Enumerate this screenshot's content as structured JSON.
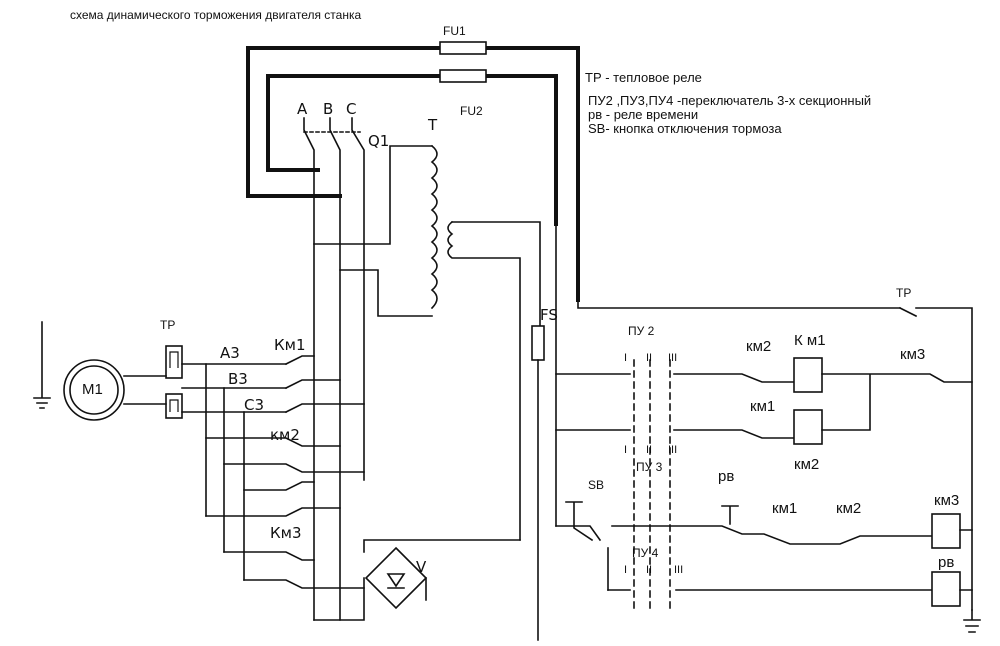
{
  "header": {
    "title": "схема динамического торможения двигателя станка"
  },
  "legend": {
    "tp": "ТР - тепловое реле",
    "pu": "ПУ2 ,ПУ3,ПУ4 -переключатель 3-х секционный",
    "rv": "рв - реле времени",
    "sb": "SB- кнопка отключения  тормоза"
  },
  "labels": {
    "fu1": "FU1",
    "fu2": "FU2",
    "phase_a": "A",
    "phase_b": "B",
    "phase_c": "C",
    "q1": "Q1",
    "transformer": "T",
    "fs": "FS",
    "motor": "M1",
    "tp_left": "TP",
    "tp_right": "TP",
    "a3": "A3",
    "b3": "B3",
    "c3": "C3",
    "km1_power": "Км1",
    "km2_power": "км2",
    "km3_power": "Км3",
    "rectifier": "V",
    "pu2": "ПУ 2",
    "pu3": "ПУ 3",
    "pu4": "ПУ 4",
    "pos_1": "I",
    "pos_2": "II",
    "pos_3": "III",
    "km2_contact": "км2",
    "km1_coil": "К м1",
    "km3_contact": "км3",
    "km1_contact": "км1",
    "km2_coil": "км2",
    "sb": "SB",
    "rv_contact": "рв",
    "km1_contact2": "км1",
    "km2_contact2": "км2",
    "km3_coil": "км3",
    "rv_coil": "рв"
  }
}
